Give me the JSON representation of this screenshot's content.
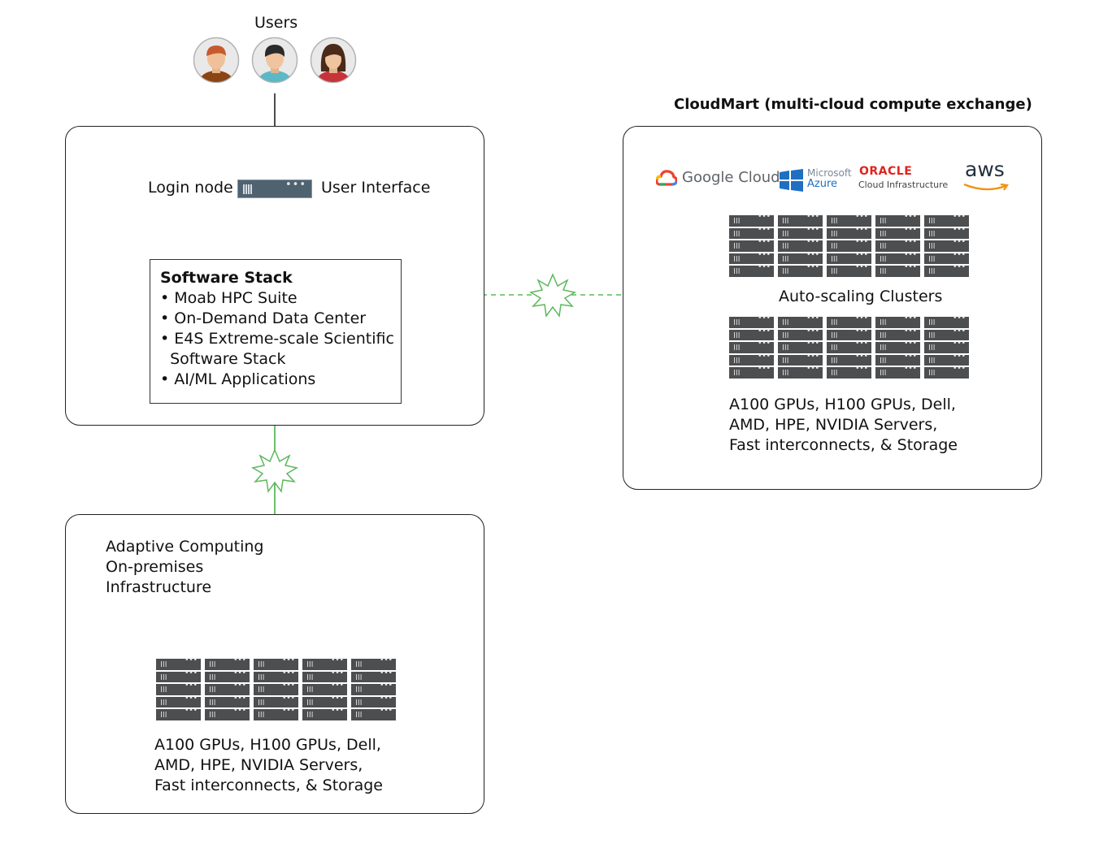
{
  "users": {
    "label": "Users"
  },
  "login": {
    "left_label": "Login node",
    "right_label": "User Interface"
  },
  "software_stack": {
    "title": "Software Stack",
    "items": [
      "• Moab HPC Suite",
      "• On-Demand Data Center",
      "• E4S Extreme-scale Scientific",
      "  Software Stack",
      "• AI/ML Applications"
    ]
  },
  "onprem": {
    "title_lines": [
      "Adaptive Computing",
      "On-premises",
      "Infrastructure"
    ],
    "hardware_lines": [
      "A100 GPUs, H100 GPUs, Dell,",
      "AMD, HPE, NVIDIA Servers,",
      "Fast interconnects, & Storage"
    ]
  },
  "cloudmart": {
    "title": "CloudMart (multi-cloud compute exchange)",
    "providers": {
      "google": "Google Cloud",
      "azure_top": "Microsoft",
      "azure_bottom": "Azure",
      "oracle_top": "ORACLE",
      "oracle_bottom": "Cloud Infrastructure",
      "aws": "aws"
    },
    "clusters_label": "Auto-scaling Clusters",
    "hardware_lines": [
      "A100 GPUs, H100 GPUs, Dell,",
      "AMD, HPE, NVIDIA Servers,",
      "Fast interconnects, & Storage"
    ]
  },
  "colors": {
    "connector_green": "#5cb85c",
    "server_dark": "#4c4e50",
    "oracle_red": "#e0231e",
    "azure_blue": "#1f6fc2",
    "aws_orange": "#f29111"
  }
}
